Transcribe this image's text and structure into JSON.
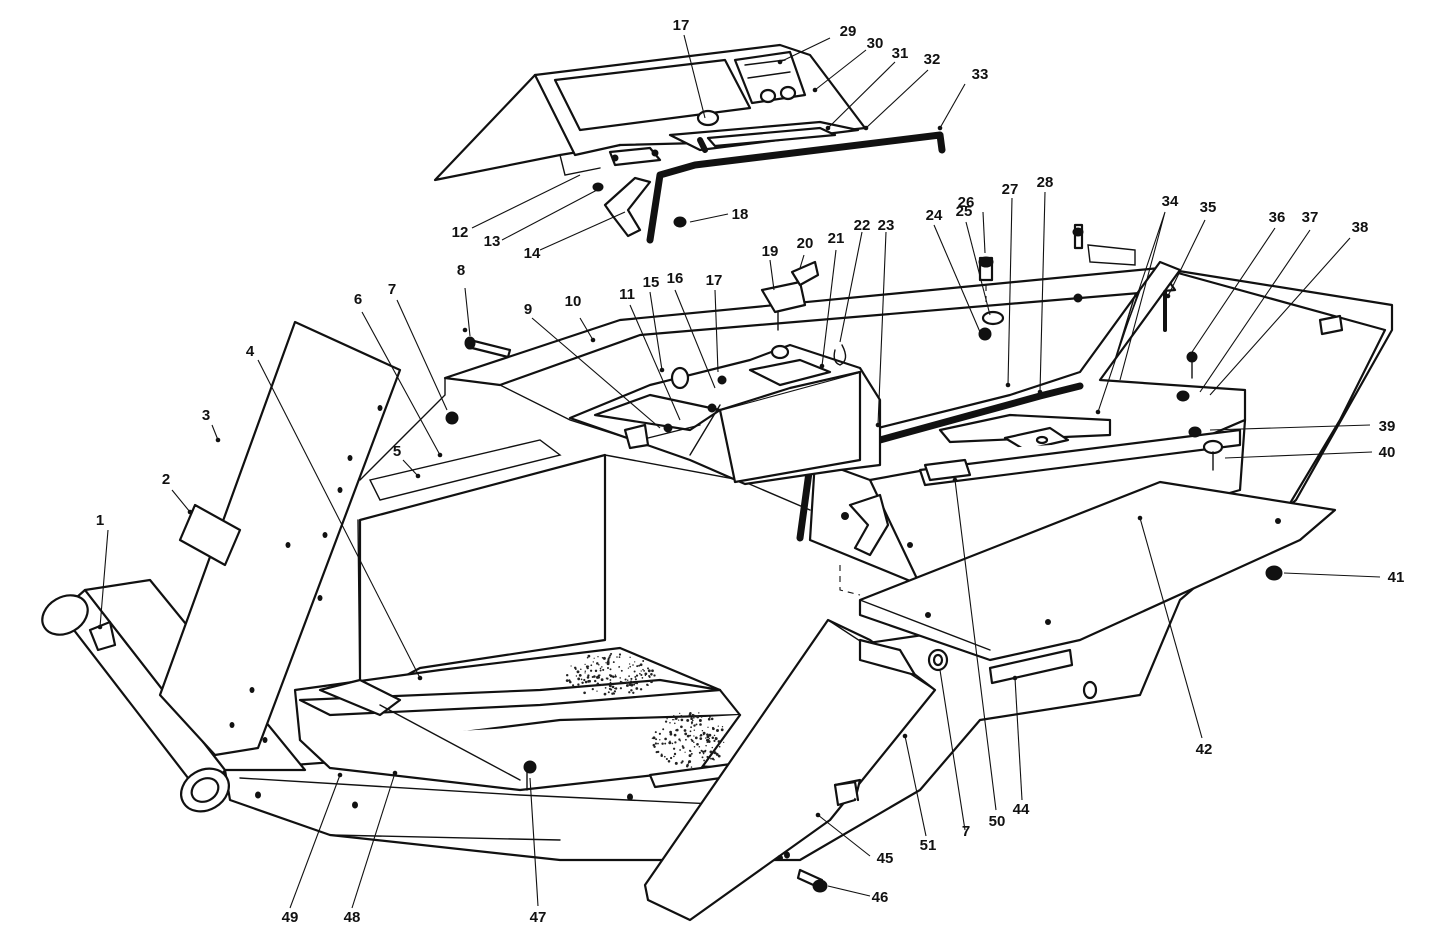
{
  "figure": {
    "type": "exploded parts diagram",
    "callouts": [
      "1",
      "2",
      "3",
      "4",
      "5",
      "6",
      "7",
      "8",
      "9",
      "10",
      "11",
      "12",
      "13",
      "14",
      "15",
      "16",
      "17",
      "17",
      "18",
      "19",
      "20",
      "21",
      "22",
      "23",
      "24",
      "25",
      "26",
      "27",
      "28",
      "29",
      "30",
      "31",
      "32",
      "33",
      "34",
      "35",
      "36",
      "37",
      "38",
      "39",
      "40",
      "41",
      "42",
      "44",
      "45",
      "46",
      "47",
      "48",
      "49",
      "50",
      "51",
      "7"
    ]
  }
}
